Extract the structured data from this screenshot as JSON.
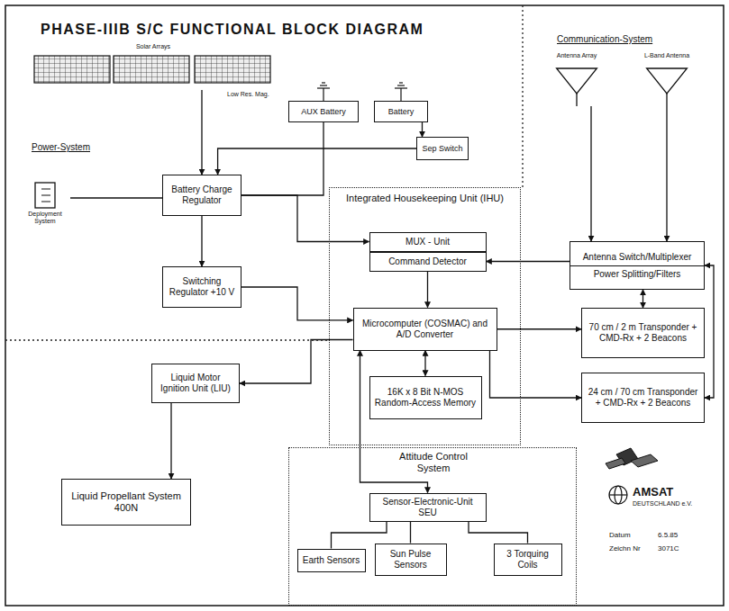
{
  "diagram": {
    "title": "PHASE-IIIB S/C FUNCTIONAL BLOCK DIAGRAM",
    "nodes": [
      {
        "text": [
          "Solar Arrays"
        ]
      },
      {
        "text": [
          "AUX Battery"
        ]
      },
      {
        "text": [
          "Battery"
        ]
      },
      {
        "text": [
          "Sep Switch"
        ]
      },
      {
        "text": [
          "Battery Charge Regulator"
        ]
      },
      {
        "text": [
          "Deployment System"
        ]
      },
      {
        "text": [
          "Switching Regulator +10 V"
        ]
      },
      {
        "text": [
          "Integrated Housekeeping Unit (IHU)"
        ]
      },
      {
        "text": [
          "MUX - Unit"
        ],
        "in": 7
      },
      {
        "text": [
          "Command Detector"
        ],
        "in": 7
      },
      {
        "text": [
          "Microcomputer (COSMAC) and A/D Converter"
        ],
        "in": 7
      },
      {
        "text": [
          "16K x 8 Bit N-MOS Random-Access Memory"
        ],
        "in": 7
      },
      {
        "text": [
          "Liquid Motor Ignition Unit (LIU)"
        ]
      },
      {
        "text": [
          "Liquid Propellant System 400N"
        ]
      },
      {
        "text": [
          "Attitude Control System"
        ]
      },
      {
        "text": [
          "Sensor-Electronic-Unit SEU"
        ],
        "in": 14
      },
      {
        "text": [
          "Earth Sensors"
        ],
        "in": 14
      },
      {
        "text": [
          "Sun Pulse Sensors"
        ],
        "in": 14
      },
      {
        "text": [
          "3 Torquing Coils"
        ],
        "in": 14
      },
      {
        "text": [
          "Antenna Array"
        ]
      },
      {
        "text": [
          "L-Band Antenna"
        ]
      },
      {
        "text": [
          "Antenna Switch/Multiplexer",
          "Power Splitting/Filters"
        ]
      },
      {
        "text": [
          "70 cm / 2 m Transponder + CMD-Rx + 2 Beacons"
        ]
      },
      {
        "text": [
          "24 cm / 70 cm Transponder + CMD-Rx + 2 Beacons"
        ]
      }
    ],
    "edges": [
      {
        "from": 0,
        "to": 4,
        "arrow": "to"
      },
      {
        "from": 1,
        "to": 4,
        "arrow": "none"
      },
      {
        "from": 2,
        "to": 3,
        "arrow": "to"
      },
      {
        "from": 3,
        "to": 4,
        "arrow": "to"
      },
      {
        "from": 5,
        "to": 4,
        "arrow": "none"
      },
      {
        "from": 4,
        "to": 6,
        "arrow": "to"
      },
      {
        "from": 4,
        "to": 8,
        "arrow": "to"
      },
      {
        "from": 6,
        "to": 10,
        "arrow": "to"
      },
      {
        "from": 9,
        "to": 10,
        "arrow": "to"
      },
      {
        "from": 10,
        "to": 11,
        "arrow": "both"
      },
      {
        "from": 10,
        "to": 12,
        "arrow": "to"
      },
      {
        "from": 12,
        "to": 13,
        "arrow": "to"
      },
      {
        "from": 10,
        "to": 15,
        "arrow": "both"
      },
      {
        "from": 15,
        "to": 16,
        "arrow": "none"
      },
      {
        "from": 15,
        "to": 17,
        "arrow": "none"
      },
      {
        "from": 15,
        "to": 18,
        "arrow": "none"
      },
      {
        "from": 19,
        "to": 21,
        "arrow": "to"
      },
      {
        "from": 20,
        "to": 21,
        "arrow": "to"
      },
      {
        "from": 21,
        "to": 22,
        "arrow": "both"
      },
      {
        "from": 21,
        "to": 23,
        "arrow": "both"
      },
      {
        "from": 21,
        "to": 9,
        "arrow": "to"
      },
      {
        "from": 10,
        "to": 22,
        "arrow": "to"
      },
      {
        "from": 10,
        "to": 23,
        "arrow": "to"
      }
    ],
    "labels": [
      "Power-System",
      "Communication-System",
      "Low Res. Mag.",
      "AMSAT",
      "DEUTSCHLAND e.V.",
      "Datum",
      "6.5.85",
      "Zeichn Nr",
      "3071C"
    ]
  }
}
